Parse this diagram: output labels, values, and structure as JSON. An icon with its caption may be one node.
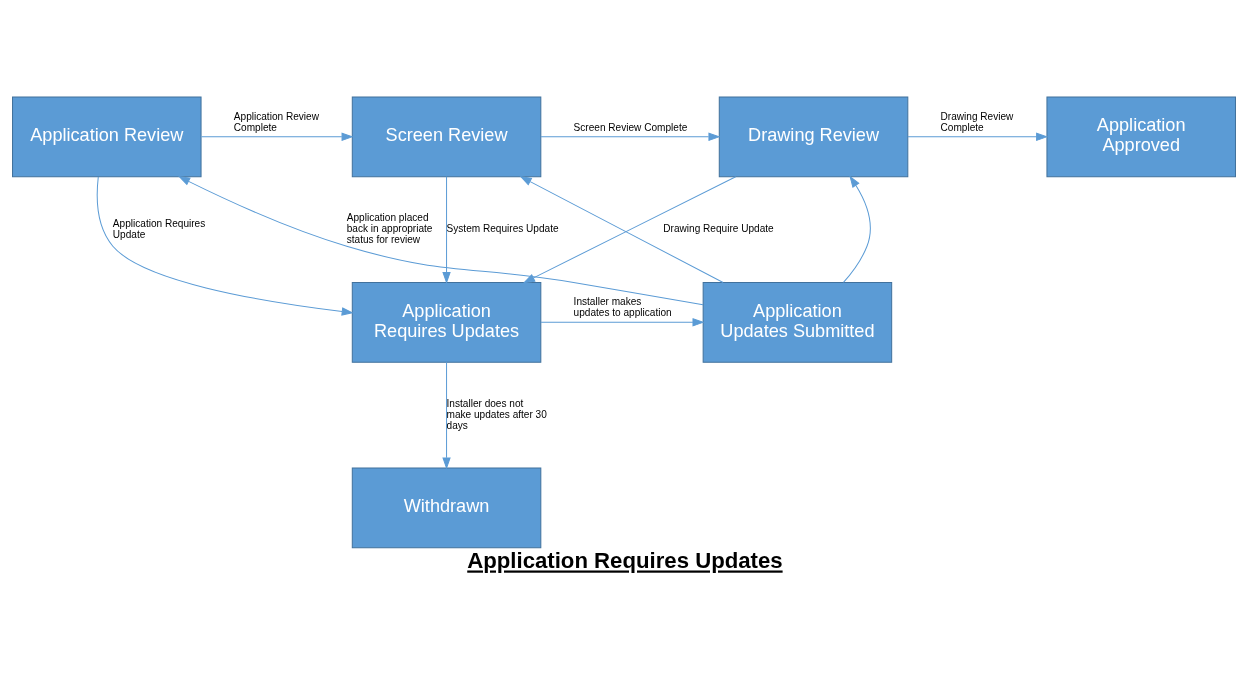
{
  "diagram": {
    "caption": "Application Requires Updates",
    "nodes": [
      {
        "text": [
          "Application Review"
        ]
      },
      {
        "text": [
          "Screen Review"
        ]
      },
      {
        "text": [
          "Drawing Review"
        ]
      },
      {
        "text": [
          "Application Approved"
        ]
      },
      {
        "text": [
          "Application Requires Updates"
        ]
      },
      {
        "text": [
          "Application Updates Submitted"
        ]
      },
      {
        "text": [
          "Withdrawn"
        ]
      }
    ],
    "edges": [
      {
        "from": 0,
        "to": 1,
        "arrow": "to",
        "label": "Application Review Complete"
      },
      {
        "from": 1,
        "to": 2,
        "arrow": "to",
        "label": "Screen Review Complete"
      },
      {
        "from": 2,
        "to": 3,
        "arrow": "to",
        "label": "Drawing Review Complete"
      },
      {
        "from": 0,
        "to": 4,
        "arrow": "to",
        "label": "Application Requires Update"
      },
      {
        "from": 1,
        "to": 4,
        "arrow": "to",
        "label": "System Requires Update"
      },
      {
        "from": 2,
        "to": 4,
        "arrow": "to",
        "label": "Drawing Require Update"
      },
      {
        "from": 4,
        "to": 5,
        "arrow": "to",
        "label": "Installer makes updates to application"
      },
      {
        "from": 4,
        "to": 6,
        "arrow": "to",
        "label": "Installer does not make updates after 30 days"
      },
      {
        "from": 5,
        "to": 0,
        "arrow": "to",
        "label": "Application placed back in appropriate status for review"
      },
      {
        "from": 5,
        "to": 1,
        "arrow": "to"
      },
      {
        "from": 5,
        "to": 2,
        "arrow": "to"
      }
    ]
  }
}
